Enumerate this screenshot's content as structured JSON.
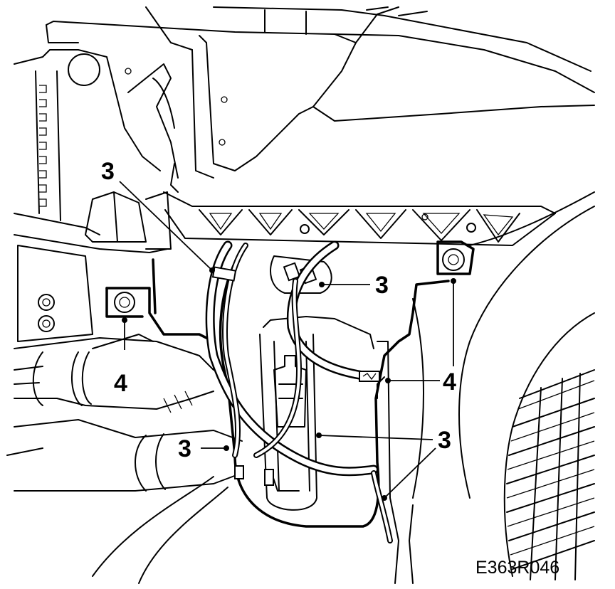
{
  "figure_code": "E363R046",
  "callouts": [
    {
      "id": "hose-clip-top-left",
      "label": "3"
    },
    {
      "id": "hose-clip-top-right",
      "label": "3"
    },
    {
      "id": "bolt-left",
      "label": "4"
    },
    {
      "id": "bolt-right",
      "label": "4"
    },
    {
      "id": "hose-clip-lower-left",
      "label": "3"
    },
    {
      "id": "hose-clip-lower-right",
      "label": "3"
    }
  ]
}
